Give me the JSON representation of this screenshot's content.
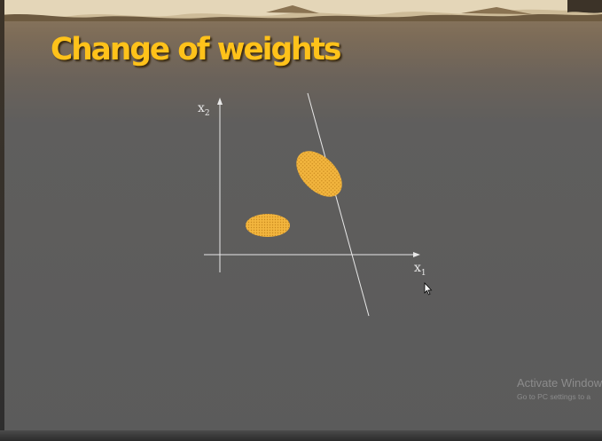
{
  "slide": {
    "title": "Change of weights",
    "title_color": "#ffc21a",
    "background_color": "#5b5b5b"
  },
  "diagram": {
    "x_axis_label": "x",
    "x_axis_subscript": "1",
    "y_axis_label": "x",
    "y_axis_subscript": "2",
    "cluster_color": "#f0b33c",
    "axis_color": "#e8e8e8"
  },
  "watermark": {
    "title": "Activate Window",
    "subtitle": "Go to PC settings to a"
  },
  "cursor": {
    "icon": "mouse-pointer-icon"
  }
}
